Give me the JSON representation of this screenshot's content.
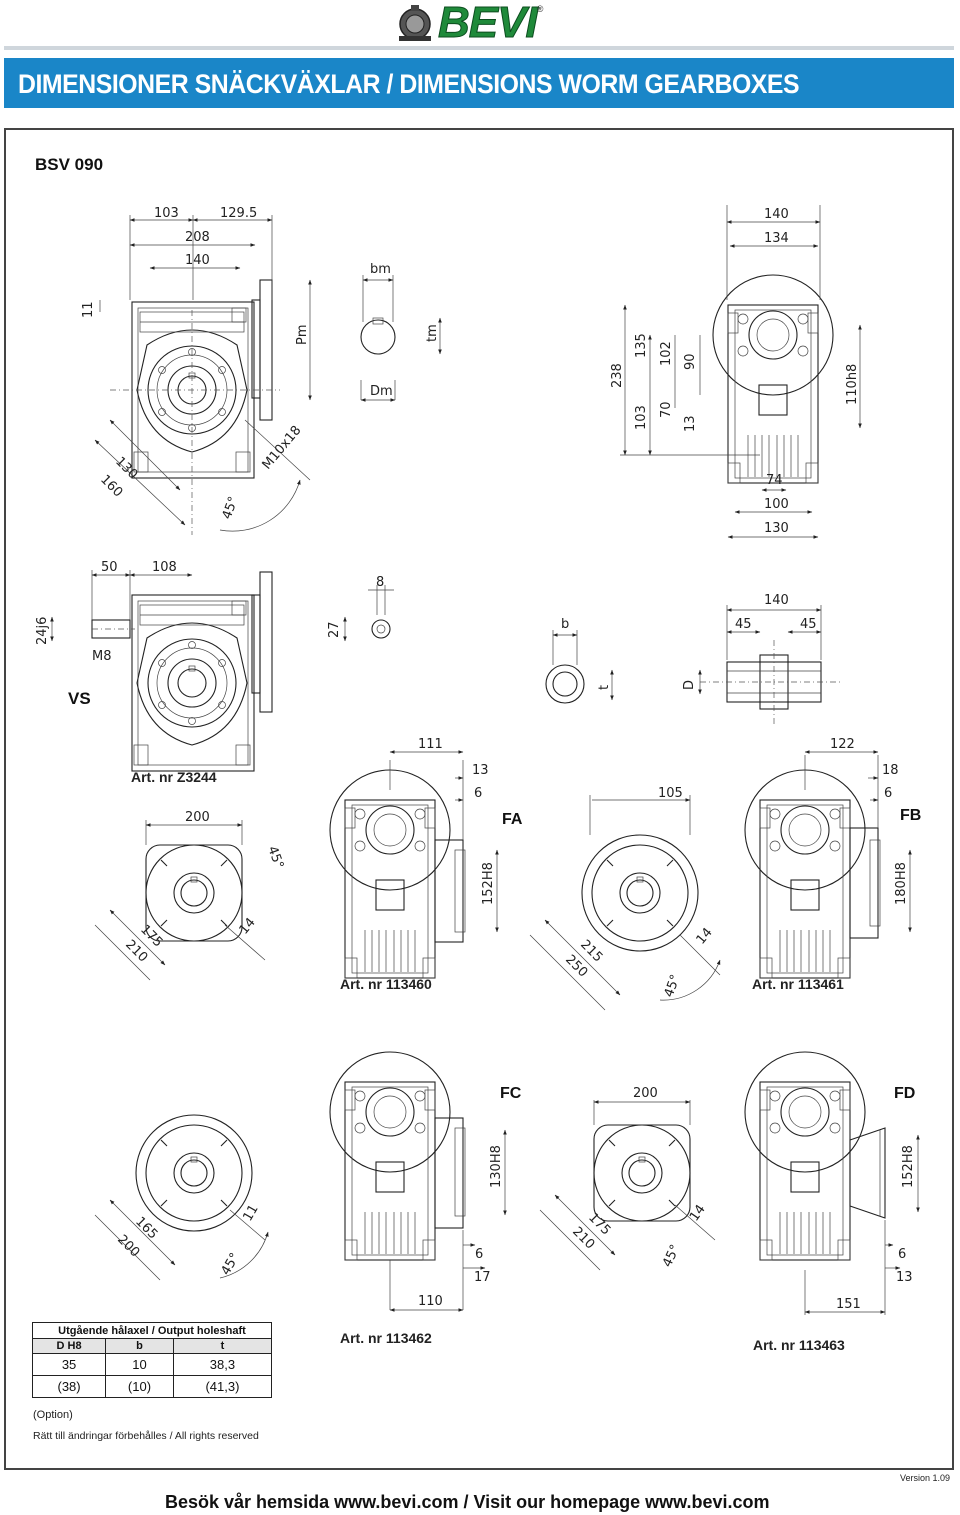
{
  "brand": {
    "name": "BEVI",
    "reg_mark": "®",
    "color": "#1f8a3a"
  },
  "title": "DIMENSIONER SNÄCKVÄXLAR / DIMENSIONS WORM GEARBOXES",
  "model": "BSV 090",
  "vs_label": "VS",
  "articles": {
    "base": "Art. nr Z3244",
    "fa": "Art. nr 113460",
    "fb": "Art. nr 113461",
    "fc": "Art. nr 113462",
    "fd": "Art. nr 113463"
  },
  "flanges": {
    "fa": "FA",
    "fb": "FB",
    "fc": "FC",
    "fd": "FD"
  },
  "dims": {
    "front": {
      "d103": "103",
      "d129": "129.5",
      "d208": "208",
      "d140": "140",
      "d11": "11",
      "pm": "Pm",
      "d130": "130",
      "d160": "160",
      "m10": "M10x18",
      "a45": "45°"
    },
    "bore": {
      "bm": "bm",
      "tm": "tm",
      "dm": "Dm"
    },
    "side": {
      "w140": "140",
      "w134": "134",
      "h238": "238",
      "h135": "135",
      "h102": "102",
      "h90": "90",
      "h103": "103",
      "h70": "70",
      "h13": "13",
      "h110": "110h8",
      "b74": "74",
      "b100": "100",
      "b130": "130"
    },
    "vs": {
      "d50": "50",
      "d108": "108",
      "d24": "24j6",
      "m8": "M8",
      "d8": "8",
      "d27": "27"
    },
    "shaft": {
      "b": "b",
      "t": "t",
      "d": "D",
      "w140": "140",
      "w45a": "45",
      "w45b": "45"
    },
    "fa": {
      "d200": "200",
      "a45": "45°",
      "d175": "175",
      "d210": "210",
      "d14": "14",
      "d111": "111",
      "d13": "13",
      "d6": "6",
      "h152": "152H8"
    },
    "fb": {
      "d105": "105",
      "d215": "215",
      "d250": "250",
      "d14": "14",
      "a45": "45°",
      "d122": "122",
      "d18": "18",
      "d6": "6",
      "h180": "180H8"
    },
    "fc": {
      "d165": "165",
      "d200": "200",
      "d11": "11",
      "a45": "45°",
      "h130": "130H8",
      "d6": "6",
      "d17": "17",
      "d110": "110"
    },
    "fd": {
      "d200": "200",
      "d175": "175",
      "d210": "210",
      "d14": "14",
      "a45": "45°",
      "h152": "152H8",
      "d6": "6",
      "d13": "13",
      "d151": "151"
    }
  },
  "table": {
    "caption": "Utgående hålaxel / Output holeshaft",
    "headers": [
      "D H8",
      "b",
      "t"
    ],
    "rows": [
      [
        "35",
        "10",
        "38,3"
      ],
      [
        "(38)",
        "(10)",
        "(41,3)"
      ]
    ]
  },
  "option_note": "(Option)",
  "rights": "Rätt till ändringar förbehålles / All rights reserved",
  "version": "Version 1.09",
  "footer": "Besök vår hemsida www.bevi.com / Visit our homepage www.bevi.com",
  "colors": {
    "header_band": "#1a86c8",
    "rule": "#cfd6dc"
  }
}
